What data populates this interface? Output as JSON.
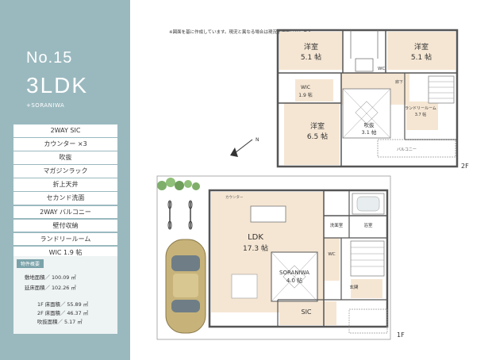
{
  "listing": {
    "number": "No.15",
    "layout": "3LDK",
    "subtitle": "+SORANIWA"
  },
  "features": [
    "2WAY SIC",
    "カウンター ×3",
    "吹抜",
    "マガジンラック",
    "折上天井",
    "セカンド洗面",
    "2WAY バルコニー",
    "壁付収納",
    "ランドリールーム",
    "WIC 1.9 帖"
  ],
  "specs": {
    "heading": "物件概要",
    "site_area": "敷地面積／ 100.09 ㎡",
    "floor_area": "延床面積／ 102.26 ㎡",
    "f1_area": "1F 床面積／ 55.89 ㎡",
    "f2_area": "2F 床面積／ 46.37 ㎡",
    "void_area": "吹抜面積／ 5.17 ㎡"
  },
  "note": "※図面を基に作成しています。現況と異なる場合は現況を優先いたします。",
  "floors": {
    "second": "2F",
    "first": "1F"
  },
  "rooms_2f": {
    "bed1": "洋室",
    "bed1_size": "5.1 帖",
    "bed2": "洋室",
    "bed2_size": "5.1 帖",
    "bed3": "洋室",
    "bed3_size": "6.5 帖",
    "wic": "WIC",
    "wic_size": "1.9 帖",
    "void": "吹抜",
    "void_size": "3.1 帖",
    "laundry": "ランドリールーム",
    "laundry_size": "3.7 帖",
    "wc": "WC",
    "balcony": "バルコニー",
    "hall": "廊下"
  },
  "rooms_1f": {
    "ldk": "LDK",
    "ldk_size": "17.3 帖",
    "soraniwa": "SORANIWA",
    "soraniwa_size": "4.0 帖",
    "sic": "SIC",
    "entrance": "玄関",
    "bath": "浴室",
    "wash": "洗面室",
    "wc": "WC",
    "counter": "カウンター"
  },
  "colors": {
    "sidebar": "#9ab9bf",
    "spec_bg": "#eef3f4",
    "spec_tag": "#7aa2a9",
    "floor_wood": "#f5e6d3",
    "wall": "#555555"
  },
  "icons": [
    "compass-icon",
    "bicycle-icon",
    "car-icon",
    "tree-icon",
    "stairs-icon"
  ]
}
